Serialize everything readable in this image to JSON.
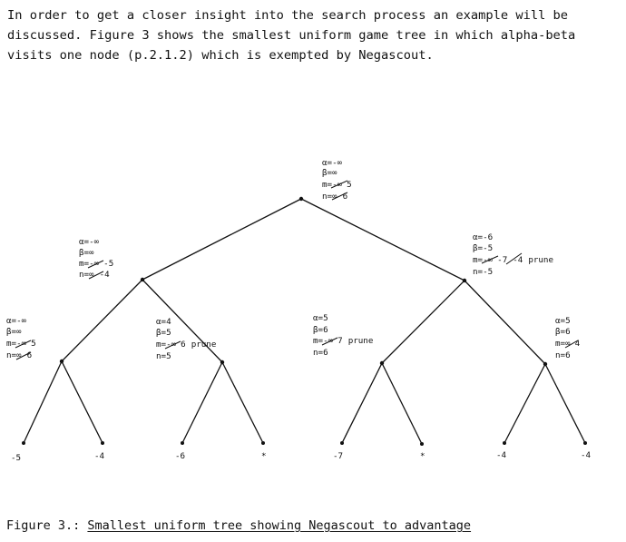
{
  "paragraph": {
    "lines": [
      "In order to get a closer insight into the search process an example will be",
      "discussed. Figure 3 shows the smallest uniform game tree in which alpha-beta",
      "visits one node (p.2.1.2) which is exempted by Negascout."
    ]
  },
  "tree": {
    "root": {
      "alpha": "α=-∞",
      "beta": "β=∞",
      "m_prefix": "m=",
      "m_struck": "-∞",
      "m_new": "5",
      "n_prefix": "n=",
      "n_struck": "∞",
      "n_new": "6"
    },
    "left": {
      "alpha": "α=-∞",
      "beta": "β=∞",
      "m_prefix": "m=",
      "m_struck": "-∞",
      "m_new": "-5",
      "n_prefix": "n=",
      "n_struck": "∞",
      "n_new": "-4"
    },
    "right": {
      "alpha": "α=-6",
      "beta": "β=-5",
      "m_prefix": "m=",
      "m_struck_1": "-∞",
      "m_struck_2": "-7",
      "m_new": "-4",
      "prune": "prune",
      "n": "n=-5"
    },
    "ll": {
      "alpha": "α=-∞",
      "beta": "β=∞",
      "m_prefix": "m=",
      "m_struck": "-∞",
      "m_new": "5",
      "n_prefix": "n=",
      "n_struck": "∞",
      "n_new": "6"
    },
    "lr": {
      "alpha": "α=4",
      "beta": "β=5",
      "m_prefix": "m=",
      "m_struck": "-∞",
      "m_new": "6",
      "prune": "prune",
      "n": "n=5"
    },
    "rl": {
      "alpha": "α=5",
      "beta": "β=6",
      "m_prefix": "m=",
      "m_struck": "-∞",
      "m_new": "7",
      "prune": "prune",
      "n": "n=6"
    },
    "rr": {
      "alpha": "α=5",
      "beta": "β=6",
      "m_prefix": "m=",
      "m_struck": "∞",
      "m_new": "4",
      "n": "n=6"
    },
    "leaves": [
      "-5",
      "-4",
      "-6",
      "*",
      "-7",
      "*",
      "-4",
      "-4"
    ]
  },
  "caption": {
    "label": "Figure 3.:",
    "title": "Smallest uniform tree showing Negascout to advantage"
  }
}
